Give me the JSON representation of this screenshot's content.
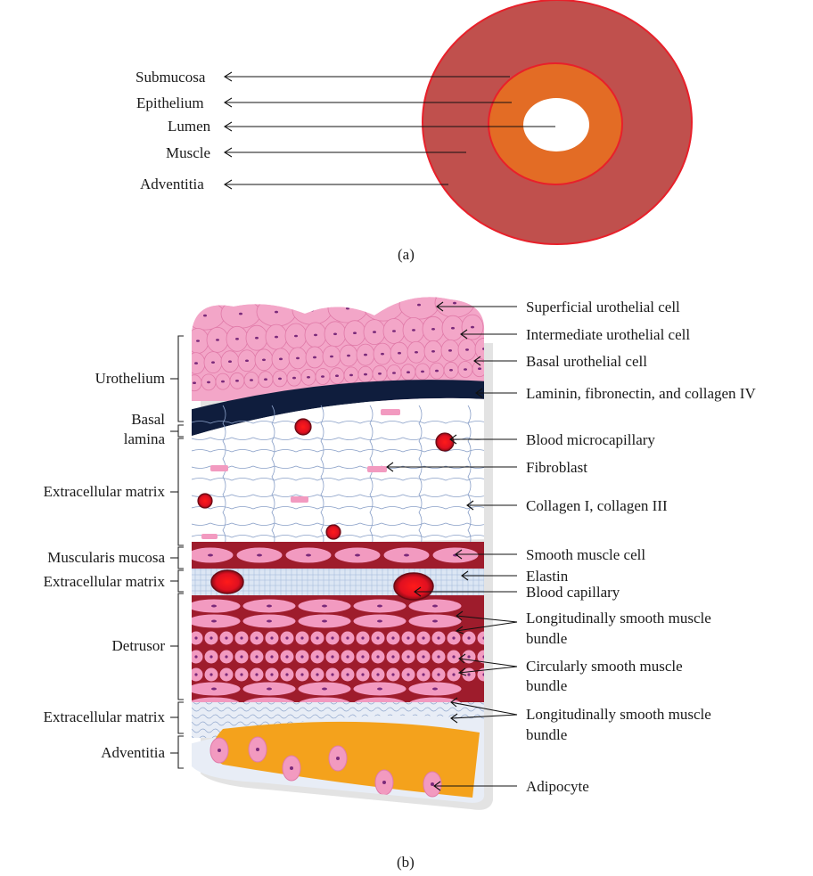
{
  "panel_a": {
    "caption": "(a)",
    "labels": [
      "Submucosa",
      "Epithelium",
      "Lumen",
      "Muscle",
      "Adventitia"
    ],
    "colors": {
      "muscle": "#c0504d",
      "epithelium": "#e36c25",
      "outline": "#e8202a",
      "lumen": "#ffffff"
    }
  },
  "panel_b": {
    "caption": "(b)",
    "left_labels": {
      "urothelium": "Urothelium",
      "basal_lamina_1": "Basal",
      "basal_lamina_2": "lamina",
      "ecm_1": "Extracellular matrix",
      "muscularis_mucosa": "Muscularis mucosa",
      "ecm_2": "Extracellular matrix",
      "detrusor": "Detrusor",
      "ecm_3": "Extracellular matrix",
      "adventitia": "Adventitia"
    },
    "right_labels": {
      "superficial": "Superficial urothelial cell",
      "intermediate": "Intermediate urothelial cell",
      "basal": "Basal urothelial cell",
      "laminin": "Laminin, fibronectin, and collagen IV",
      "microcapillary": "Blood microcapillary",
      "fibroblast": "Fibroblast",
      "collagen": "Collagen I, collagen III",
      "smooth_muscle_cell": "Smooth muscle cell",
      "elastin": "Elastin",
      "capillary": "Blood capillary",
      "long_1a": "Longitudinally smooth muscle",
      "long_1b": "bundle",
      "circ_a": "Circularly smooth muscle",
      "circ_b": "bundle",
      "long_2a": "Longitudinally smooth muscle",
      "long_2b": "bundle",
      "adipocyte": "Adipocyte"
    },
    "colors": {
      "urothelium": "#f3a6c8",
      "nucleus": "#7a2a7a",
      "basal_lamina": "#0f1d3d",
      "muscle": "#9e1c2c",
      "muscle_cell": "#f29ac0",
      "fat": "#f4a21c",
      "capillary": "#e01020",
      "fiber": "#8aa0c8"
    }
  }
}
